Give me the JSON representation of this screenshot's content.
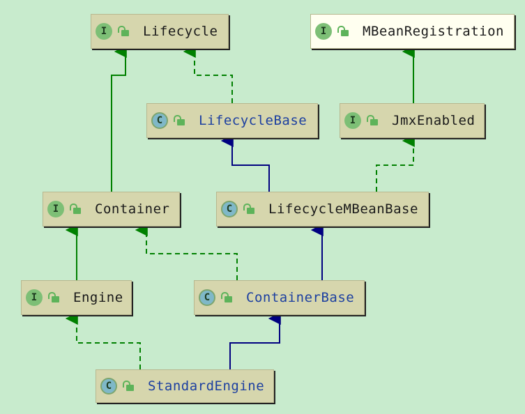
{
  "diagram": {
    "nodes": {
      "lifecycle": {
        "kind": "I",
        "name": "Lifecycle"
      },
      "mbean_registration": {
        "kind": "I",
        "name": "MBeanRegistration"
      },
      "lifecycle_base": {
        "kind": "C",
        "name": "LifecycleBase"
      },
      "jmx_enabled": {
        "kind": "I",
        "name": "JmxEnabled"
      },
      "container": {
        "kind": "I",
        "name": "Container"
      },
      "lifecycle_mbean_base": {
        "kind": "C",
        "name": "LifecycleMBeanBase"
      },
      "engine": {
        "kind": "I",
        "name": "Engine"
      },
      "container_base": {
        "kind": "C",
        "name": "ContainerBase"
      },
      "standard_engine": {
        "kind": "C",
        "name": "StandardEngine"
      }
    },
    "colors": {
      "background": "#c8ebcd",
      "interface_extends": "#008000",
      "class_extends": "#000080",
      "class_name": "#1c3fa0",
      "interface_name": "#1a1a1a"
    }
  }
}
